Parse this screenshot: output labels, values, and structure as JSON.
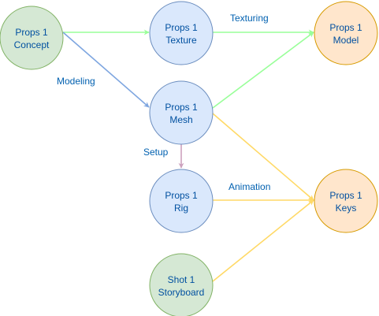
{
  "colors": {
    "green_fill": "#d5e8d4",
    "green_stroke": "#82b366",
    "blue_fill": "#dae8fc",
    "blue_stroke": "#6c8ebf",
    "orange_fill": "#ffe6cc",
    "orange_stroke": "#d79b00",
    "edge_green": "#99ff99",
    "edge_blue": "#7ea6e0",
    "edge_yellow": "#ffd966",
    "edge_purple": "#cda2be",
    "text": "#0050a0"
  },
  "nodes": [
    {
      "id": "props-concept",
      "line1": "Props 1",
      "line2": "Concept",
      "color": "green"
    },
    {
      "id": "props-texture",
      "line1": "Props 1",
      "line2": "Texture",
      "color": "blue"
    },
    {
      "id": "props-model",
      "line1": "Props 1",
      "line2": "Model",
      "color": "orange"
    },
    {
      "id": "props-mesh",
      "line1": "Props 1",
      "line2": "Mesh",
      "color": "blue"
    },
    {
      "id": "props-rig",
      "line1": "Props 1",
      "line2": "Rig",
      "color": "blue"
    },
    {
      "id": "props-keys",
      "line1": "Props 1",
      "line2": "Keys",
      "color": "orange"
    },
    {
      "id": "shot-storyboard",
      "line1": "Shot 1",
      "line2": "Storyboard",
      "color": "green"
    }
  ],
  "edges": [
    {
      "from": "props-concept",
      "to": "props-texture",
      "color": "edge_green",
      "label": ""
    },
    {
      "from": "props-concept",
      "to": "props-mesh",
      "color": "edge_blue",
      "label": "Modeling"
    },
    {
      "from": "props-texture",
      "to": "props-model",
      "color": "edge_green",
      "label": "Texturing"
    },
    {
      "from": "props-mesh",
      "to": "props-model",
      "color": "edge_green",
      "label": ""
    },
    {
      "from": "props-mesh",
      "to": "props-rig",
      "color": "edge_purple",
      "label": "Setup"
    },
    {
      "from": "props-mesh",
      "to": "props-keys",
      "color": "edge_yellow",
      "label": ""
    },
    {
      "from": "props-rig",
      "to": "props-keys",
      "color": "edge_yellow",
      "label": "Animation"
    },
    {
      "from": "shot-storyboard",
      "to": "props-keys",
      "color": "edge_yellow",
      "label": ""
    }
  ]
}
